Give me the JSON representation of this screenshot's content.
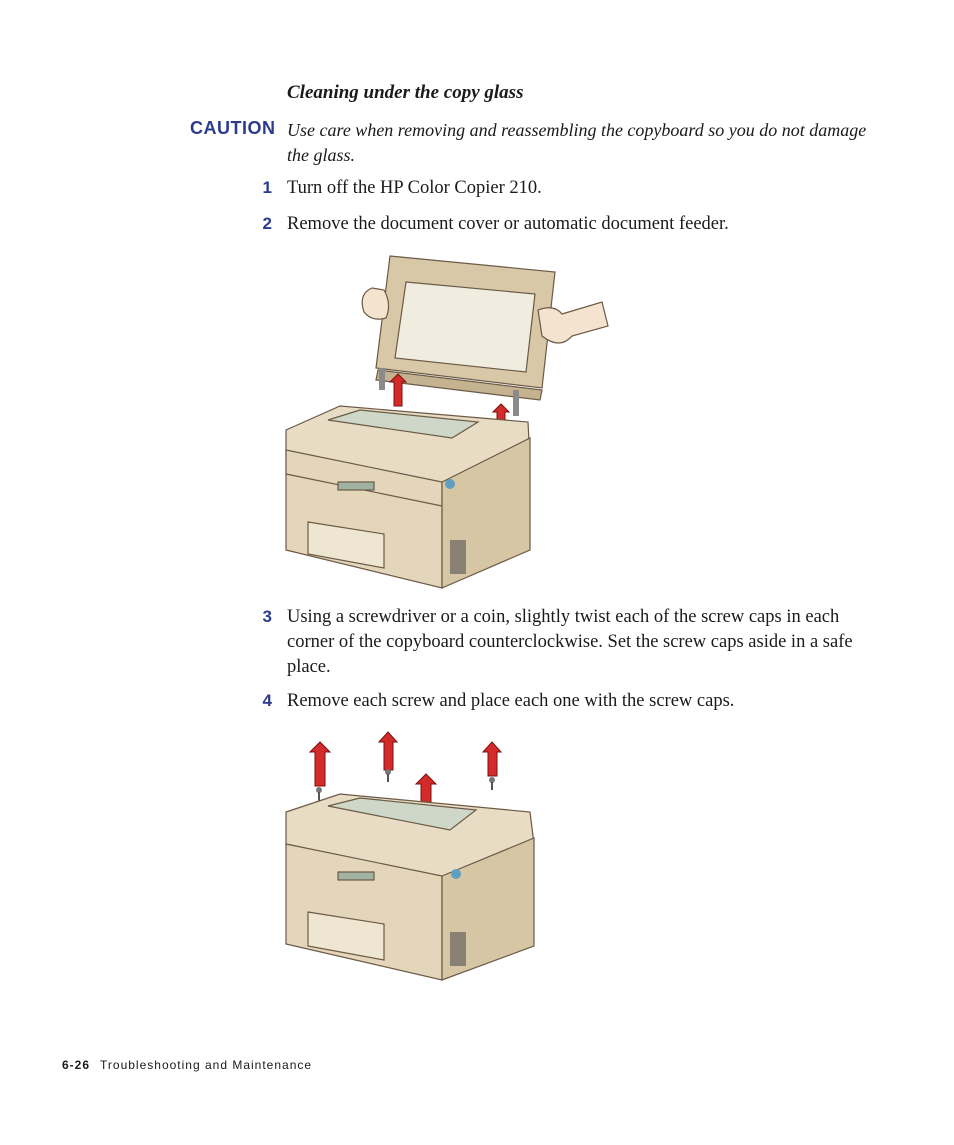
{
  "section": {
    "heading": "Cleaning under the copy glass",
    "caution_label": "CAUTION",
    "caution_text": "Use care when removing and reassembling the copyboard so you do not damage the glass."
  },
  "steps": [
    {
      "number": "1",
      "text": "Turn off the HP Color Copier 210."
    },
    {
      "number": "2",
      "text": "Remove the document cover or automatic document feeder."
    },
    {
      "number": "3",
      "text": "Using a screwdriver or a coin, slightly twist each of the screw caps in each corner of the copyboard counterclockwise. Set the screw caps aside in a safe place."
    },
    {
      "number": "4",
      "text": "Remove each screw and place each one with the screw caps."
    }
  ],
  "footer": {
    "page_number": "6-26",
    "section_title": "Troubleshooting and Maintenance"
  },
  "colors": {
    "accent": "#2d3b8c",
    "arrow": "#d42a2a",
    "body": "#e8dcc4",
    "glass": "#cfd8c8"
  },
  "figures": {
    "figure1_icon": "copier-lid-removal-illustration",
    "figure2_icon": "copier-screw-removal-illustration"
  }
}
